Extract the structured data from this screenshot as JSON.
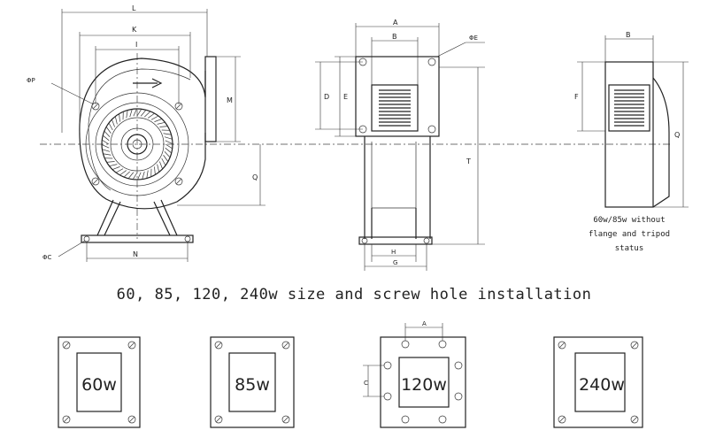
{
  "caption": "60, 85, 120, 240w size and screw hole installation",
  "note_lines": [
    "60w/85w without",
    "flange and tripod",
    "status"
  ],
  "front_view_labels": {
    "L": "L",
    "K": "K",
    "I": "I",
    "P": "ΦP",
    "M": "M",
    "Q": "Q",
    "C": "ΦC",
    "N": "N"
  },
  "side_view_labels": {
    "A": "A",
    "B": "B",
    "E_phi": "ΦE",
    "D": "D",
    "E": "E",
    "T": "T",
    "H": "H",
    "G": "G"
  },
  "small_view_labels": {
    "B": "B",
    "F": "F",
    "Q": "Q"
  },
  "mount_labels": [
    "60w",
    "85w",
    "120w",
    "240w"
  ],
  "mount_dim_labels": {
    "A": "A",
    "C": "C"
  }
}
